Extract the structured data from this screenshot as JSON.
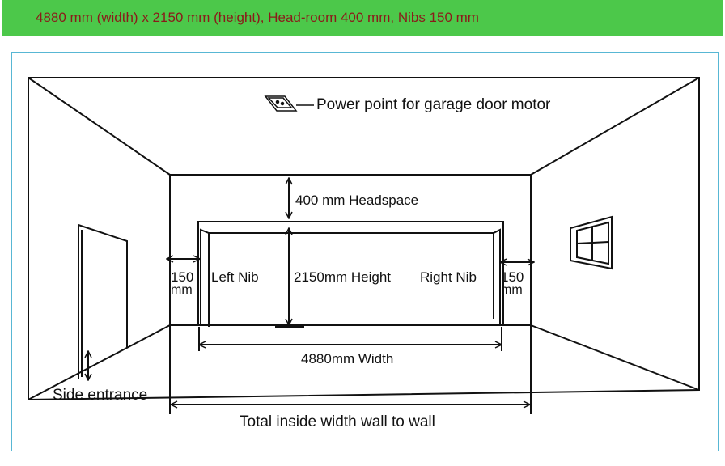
{
  "banner": {
    "text": "4880 mm (width) x 2150 mm (height), Head-room 400 mm, Nibs 150 mm"
  },
  "diagram": {
    "power_point_label": "Power point for garage door motor",
    "headspace_label": "400 mm Headspace",
    "left_nib_label": "Left Nib",
    "left_nib_size_1": "150",
    "left_nib_size_2": "mm",
    "height_label": "2150mm Height",
    "right_nib_label": "Right Nib",
    "right_nib_size_1": "150",
    "right_nib_size_2": "mm",
    "width_label": "4880mm Width",
    "side_entrance_label": "Side entrance",
    "total_width_label": "Total inside width wall to wall"
  },
  "colors": {
    "banner_bg": "#4cc84a",
    "banner_text": "#8b1a1a",
    "frame_border": "#58b7d4",
    "line": "#111111"
  }
}
